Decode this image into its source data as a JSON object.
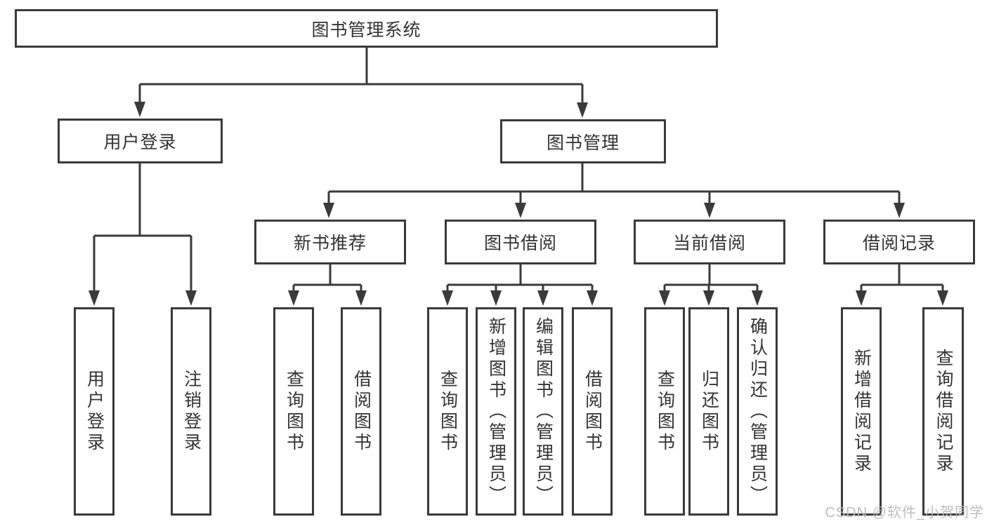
{
  "colors": {
    "line": "#3a3a3a",
    "text": "#333333",
    "node_background": "#ffffff",
    "watermark": "#b9b9b9"
  },
  "diagram": {
    "title": "图书管理系统",
    "branches": [
      {
        "label": "用户登录",
        "children": [
          {
            "label": "用户登录"
          },
          {
            "label": "注销登录"
          }
        ]
      },
      {
        "label": "图书管理",
        "children": [
          {
            "label": "新书推荐",
            "children": [
              {
                "label": "查询图书"
              },
              {
                "label": "借阅图书"
              }
            ]
          },
          {
            "label": "图书借阅",
            "children": [
              {
                "label": "查询图书"
              },
              {
                "label": "新增图书（管理员）"
              },
              {
                "label": "编辑图书（管理员）"
              },
              {
                "label": "借阅图书"
              }
            ]
          },
          {
            "label": "当前借阅",
            "children": [
              {
                "label": "查询图书"
              },
              {
                "label": "归还图书"
              },
              {
                "label": "确认归还（管理员）"
              }
            ]
          },
          {
            "label": "借阅记录",
            "children": [
              {
                "label": "新增借阅记录"
              },
              {
                "label": "查询借阅记录"
              }
            ]
          }
        ]
      }
    ]
  },
  "watermark": {
    "text": "CSDN @软件_小贺同学"
  }
}
